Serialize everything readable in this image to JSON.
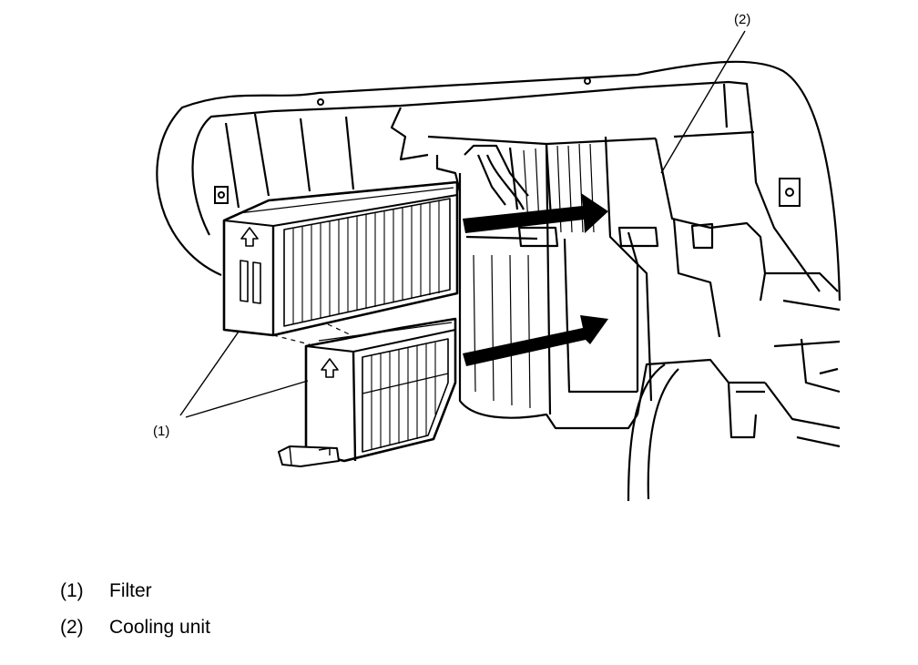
{
  "callouts": {
    "filter": "(1)",
    "cooling_unit": "(2)"
  },
  "legend": [
    {
      "num": "(1)",
      "label": "Filter"
    },
    {
      "num": "(2)",
      "label": "Cooling unit"
    }
  ]
}
